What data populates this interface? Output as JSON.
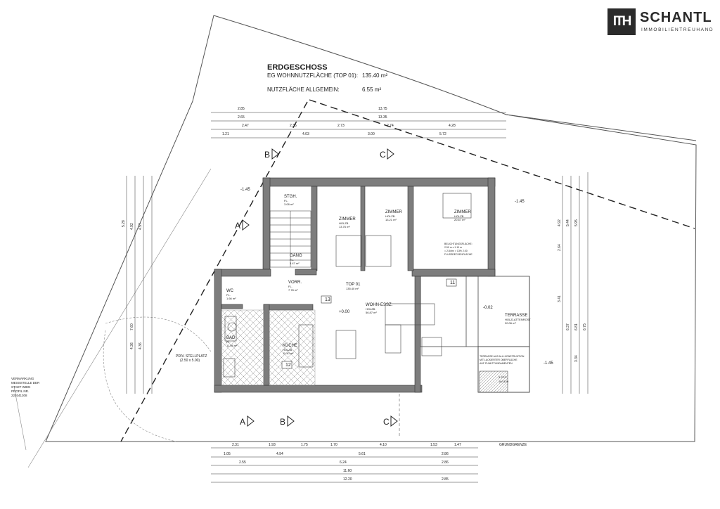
{
  "logo": {
    "mark": "ITH",
    "name": "SCHANTL",
    "subtitle": "IMMOBILIENTREUHAND"
  },
  "header": {
    "title": "ERDGESCHOSS",
    "wohnnutz_label": "EG WOHNNUTZFLÄCHE (TOP 01):",
    "wohnnutz_value": "135.40 m²",
    "nutz_label": "NUTZFLÄCHE ALLGEMEIN:",
    "nutz_value": "6.55 m²"
  },
  "rooms": [
    {
      "id": "stgh",
      "name": "STGH.",
      "floor": "FL.",
      "area": "3.08 m²"
    },
    {
      "id": "zimmer1",
      "name": "ZIMMER",
      "floor": "HOLZB.",
      "area": "13.76 m²"
    },
    {
      "id": "zimmer2",
      "name": "ZIMMER",
      "floor": "HOLZB.",
      "area": "13.21 m²"
    },
    {
      "id": "zimmer3",
      "name": "ZIMMER",
      "floor": "HOLZB.",
      "area": "20.67 m²"
    },
    {
      "id": "gang",
      "name": "GANG",
      "floor": "FL.",
      "area": "3.47 m²"
    },
    {
      "id": "vorr",
      "name": "VORR.",
      "floor": "FL.",
      "area": "7.78 m²"
    },
    {
      "id": "wc",
      "name": "WC",
      "floor": "FL.",
      "area": "1.66 m²"
    },
    {
      "id": "top01",
      "name": "TOP 01",
      "floor": "",
      "area": "135.40 m²"
    },
    {
      "id": "wohn",
      "name": "WOHN-ESSZ.",
      "floor": "HOLZB.",
      "area": "56.87 m²"
    },
    {
      "id": "bad",
      "name": "BAD",
      "floor": "FL.",
      "area": "11.08 m²"
    },
    {
      "id": "kueche",
      "name": "KÜCHE",
      "floor": "HOLZB.",
      "area": "11.40 m²"
    },
    {
      "id": "terrasse",
      "name": "TERRASSE",
      "floor": "HOLZLATTENROST",
      "area": "20.06 m²"
    }
  ],
  "markers": [
    "11",
    "12",
    "13"
  ],
  "levels": [
    "-1.45",
    "+0.00",
    "-0.02",
    "-1.45",
    "-1.45"
  ],
  "section_labels": [
    "B",
    "C",
    "A",
    "A",
    "B",
    "C"
  ],
  "top_dims": {
    "row1": [
      "2.85",
      "13.75"
    ],
    "row2": [
      "2.65",
      "13.35"
    ],
    "row3": [
      "2.47",
      "2.35",
      "2.73",
      "2.74",
      "4.28"
    ],
    "row4": [
      "1.21",
      "4.03",
      "3.00",
      "5.72"
    ]
  },
  "bottom_dims": {
    "row1": [
      "2.31",
      "1.93",
      "1.75",
      "1.70",
      "4.10",
      "1.53",
      "1.47"
    ],
    "row2": [
      "1.05",
      "4.94",
      "5.61",
      "2.86"
    ],
    "row3": [
      "2.55",
      "6.24",
      "2.86"
    ],
    "row4": [
      "11.60"
    ],
    "row5": [
      "12.20",
      "2.85"
    ]
  },
  "side_dims_right": [
    "4.92",
    "5.44",
    "5.95",
    "2.64",
    "3.41",
    "6.37",
    "6.81",
    "6.75",
    "3.34"
  ],
  "side_dims_left": [
    "5.28",
    "4.92",
    "4.57",
    "7.60",
    "4.36",
    "4.36"
  ],
  "labels": {
    "parking": "PRIV. STELLPLATZ",
    "parking_size": "(2.50 x 5.00)",
    "grenze": "GRUNDGRENZE",
    "survey1": "VERMARKUNG",
    "survey2": "MESSSTELLE DER",
    "survey3": "STADT WIEN",
    "survey4": "PROFIL NR.",
    "survey5": "220341308",
    "terrace_note1": "TERRASSE AUS ALU-KONSTRUKTION",
    "terrace_note2": "MIT LACKIERTER OBERFLÄCHE",
    "terrace_note3": "AUF PUNKTFUNDAMENTEN",
    "light1": "BELICHTUNGSFLÄCHE:",
    "light2": "2.50 m x 1.10 m",
    "light3": "= 2.84m² > 13% 2.00",
    "light4": "FLUSSDECKENFLÄCHE",
    "stairs": "3 STG",
    "stairs2": "16/1100"
  }
}
